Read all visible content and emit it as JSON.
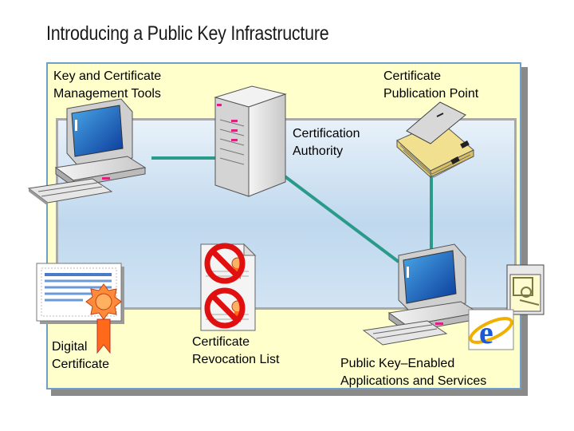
{
  "title": "Introducing a Public Key Infrastructure",
  "labels": {
    "mgmt_tools": "Key and Certificate\nManagement Tools",
    "publication_point": "Certificate\nPublication Point",
    "ca": "Certification\nAuthority",
    "digital_cert": "Digital\nCertificate",
    "crl": "Certificate\nRevocation List",
    "pk_apps": "Public Key–Enabled\nApplications and Services"
  },
  "icons": [
    "workstation-icon",
    "server-tower-icon",
    "open-book-icon",
    "workstation-icon",
    "certificate-document-icon",
    "award-ribbon-icon",
    "revoked-certificate-icon",
    "mail-window-icon",
    "internet-explorer-icon"
  ],
  "colors": {
    "panel": "#ffffcc",
    "panel_border": "#6fa0c8",
    "connector": "#2a9a8a",
    "prohibition": "#e01010",
    "ribbon": "#ff6a1a"
  }
}
